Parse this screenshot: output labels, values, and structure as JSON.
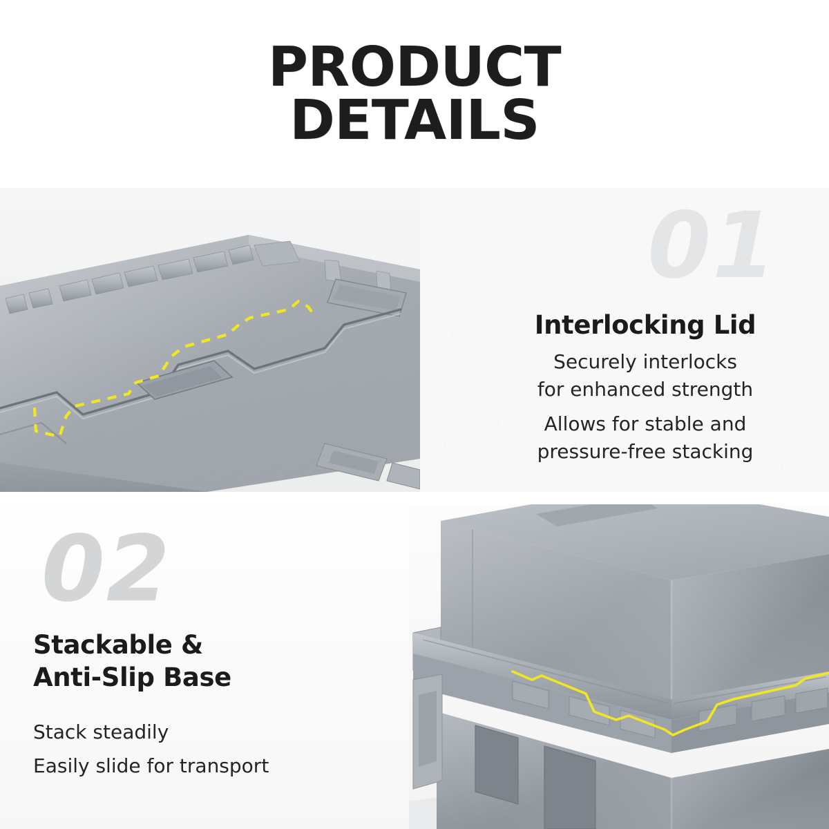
{
  "header": {
    "title_line1": "PRODUCT",
    "title_line2": "DETAILS"
  },
  "features": [
    {
      "number": "01",
      "heading": "Interlocking Lid",
      "body_lines": [
        "Securely interlocks",
        "for enhanced strength",
        "Allows for stable and",
        "pressure-free stacking"
      ],
      "image_alt": "interlocking-lid-photo"
    },
    {
      "number": "02",
      "heading_line1": "Stackable &",
      "heading_line2": "Anti-Slip Base",
      "body_lines": [
        "Stack steadily",
        "Easily slide for transport"
      ],
      "image_alt": "stackable-base-photo"
    }
  ],
  "colors": {
    "title_text": "#1d1d1d",
    "heading_text": "#1b1b1b",
    "body_text": "#242424",
    "number_01": "#e4e5e7",
    "number_02": "#d3d5d7",
    "highlight_yellow": "#f2e622",
    "crate_gray": "#9aa0a6",
    "page_background": "#f8f8f8",
    "header_background": "#ffffff"
  }
}
